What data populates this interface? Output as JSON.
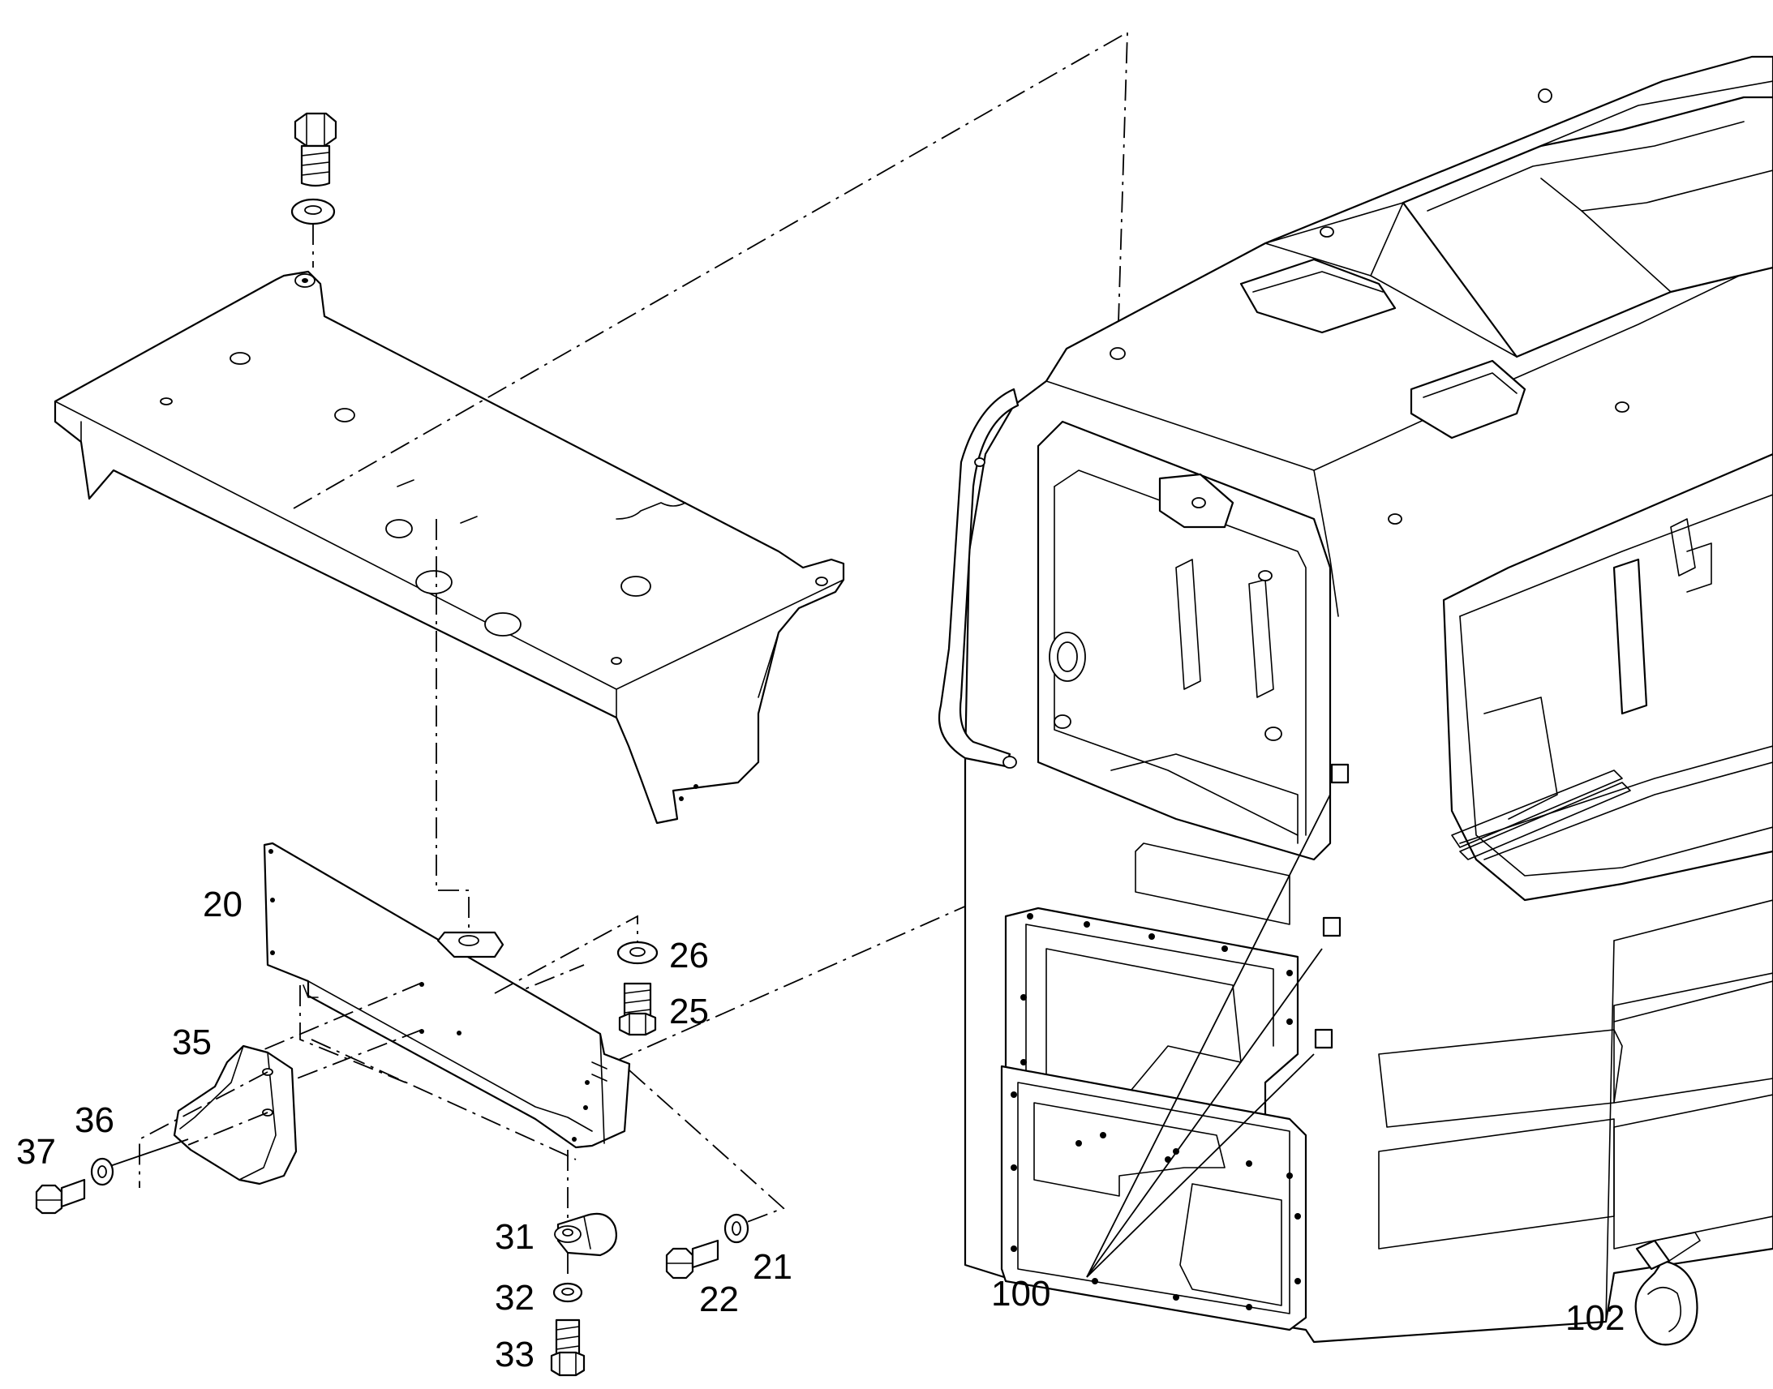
{
  "callouts": [
    {
      "id": "20",
      "label": "20"
    },
    {
      "id": "21",
      "label": "21"
    },
    {
      "id": "22",
      "label": "22"
    },
    {
      "id": "25",
      "label": "25"
    },
    {
      "id": "26",
      "label": "26"
    },
    {
      "id": "31",
      "label": "31"
    },
    {
      "id": "32",
      "label": "32"
    },
    {
      "id": "33",
      "label": "33"
    },
    {
      "id": "35",
      "label": "35"
    },
    {
      "id": "36",
      "label": "36"
    },
    {
      "id": "37",
      "label": "37"
    },
    {
      "id": "100",
      "label": "100"
    },
    {
      "id": "102",
      "label": "102"
    }
  ]
}
